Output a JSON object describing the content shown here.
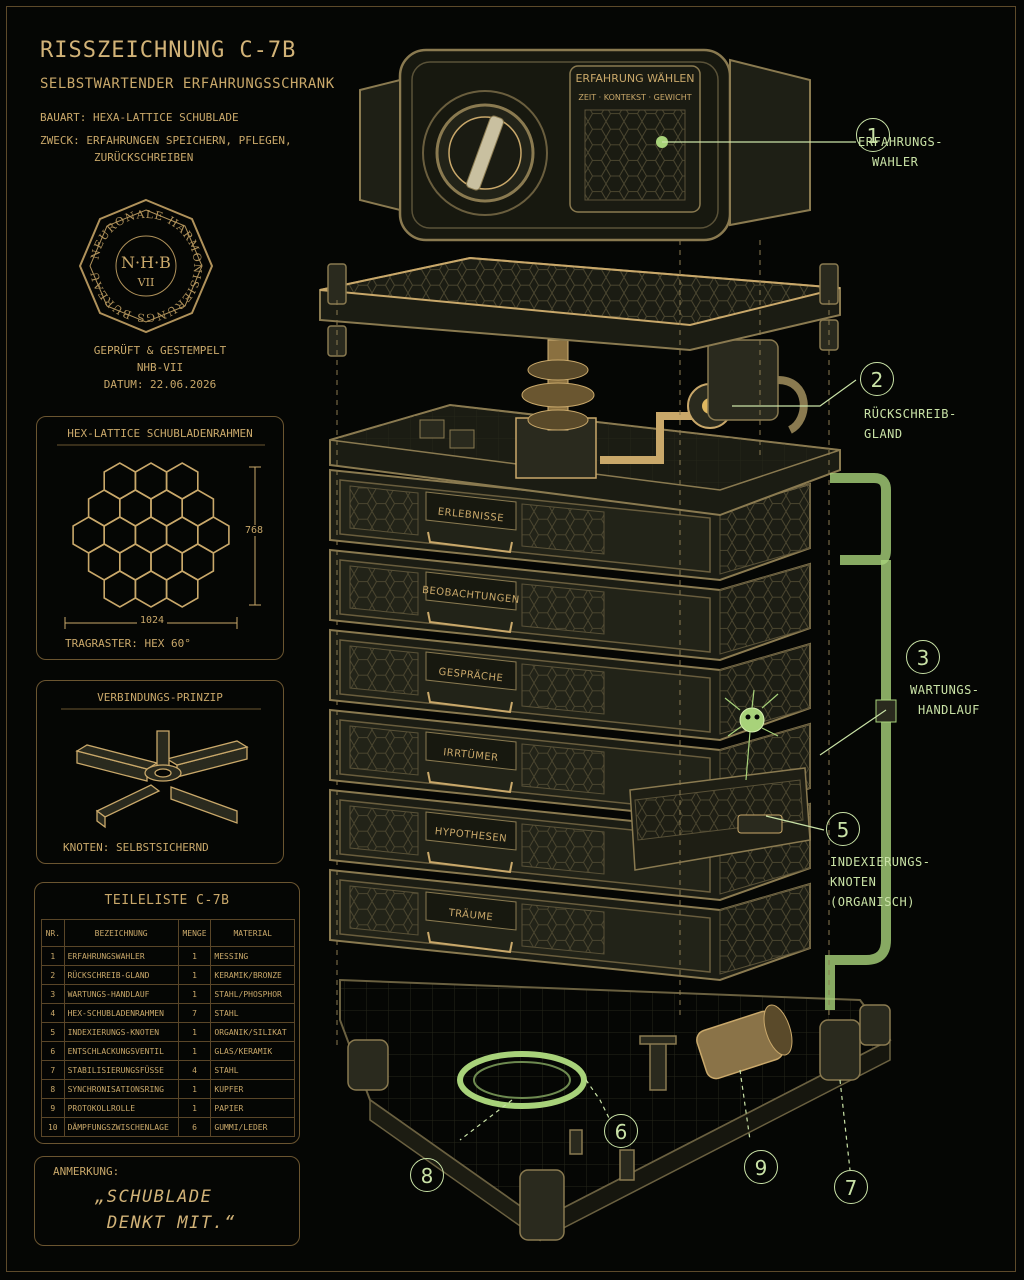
{
  "header": {
    "title": "RISSZEICHNUNG C-7B",
    "subtitle": "SELBSTWARTENDER ERFAHRUNGSSCHRANK",
    "bauart": "BAUART: HEXA-LATTICE SCHUBLADE",
    "zweck_line1": "ZWECK: ERFAHRUNGEN SPEICHERN, PFLEGEN,",
    "zweck_line2": "ZURÜCKSCHREIBEN"
  },
  "stamp": {
    "ring_text": "NEURONALE HARMONISIERUNGS BUREAU",
    "initials": "N·H·B",
    "numeral": "VII",
    "caption_line1": "GEPRÜFT & GESTEMPELT",
    "caption_line2": "NHB-VII",
    "caption_line3": "DATUM: 22.06.2026"
  },
  "hex_panel": {
    "title": "HEX-LATTICE SCHUBLADENRAHMEN",
    "dim_height": "768",
    "dim_width": "1024",
    "raster": "TRAGRASTER: HEX 60°"
  },
  "connection_panel": {
    "title": "VERBINDUNGS-PRINZIP",
    "caption": "KNOTEN: SELBSTSICHERND"
  },
  "parts_list": {
    "title": "TEILELISTE C-7B",
    "headers": [
      "NR.",
      "BEZEICHNUNG",
      "MENGE",
      "MATERIAL"
    ],
    "rows": [
      [
        "1",
        "ERFAHRUNGSWAHLER",
        "1",
        "MESSING"
      ],
      [
        "2",
        "RÜCKSCHREIB-GLAND",
        "1",
        "KERAMIK/BRONZE"
      ],
      [
        "3",
        "WARTUNGS-HANDLAUF",
        "1",
        "STAHL/PHOSPHOR"
      ],
      [
        "4",
        "HEX-SCHUBLADENRAHMEN",
        "7",
        "STAHL"
      ],
      [
        "5",
        "INDEXIERUNGS-KNOTEN",
        "1",
        "ORGANIK/SILIKAT"
      ],
      [
        "6",
        "ENTSCHLACKUNGSVENTIL",
        "1",
        "GLAS/KERAMIK"
      ],
      [
        "7",
        "STABILISIERUNGSFÜSSE",
        "4",
        "STAHL"
      ],
      [
        "8",
        "SYNCHRONISATIONSRING",
        "1",
        "KUPFER"
      ],
      [
        "9",
        "PROTOKOLLROLLE",
        "1",
        "PAPIER"
      ],
      [
        "10",
        "DÄMPFUNGSZWISCHENLAGE",
        "6",
        "GUMMI/LEDER"
      ]
    ]
  },
  "note": {
    "label": "ANMERKUNG:",
    "line1": "„SCHUBLADE",
    "line2": "DENKT MIT.“"
  },
  "selector": {
    "line1": "ERFAHRUNG WÄHLEN",
    "line2": "ZEIT · KONTEKST · GEWICHT"
  },
  "drawers": [
    "ERLEBNISSE",
    "BEOBACHTUNGEN",
    "GESPRÄCHE",
    "IRRTÜMER",
    "HYPOTHESEN",
    "TRÄUME"
  ],
  "callouts": [
    {
      "num": "1",
      "line1": "ERFAHRUNGS-",
      "line2": "WAHLER"
    },
    {
      "num": "2",
      "line1": "RÜCKSCHREIB-",
      "line2": "GLAND"
    },
    {
      "num": "3",
      "line1": "WARTUNGS-",
      "line2": "HANDLAUF"
    },
    {
      "num": "5",
      "line1": "INDEXIERUNGS-",
      "line2": "KNOTEN",
      "line3": "(ORGANISCH)"
    },
    {
      "num": "6"
    },
    {
      "num": "7"
    },
    {
      "num": "8"
    },
    {
      "num": "9"
    }
  ],
  "colors": {
    "background": "#050604",
    "gold": "#c9a86a",
    "green": "#c9e2a6",
    "metal": "#2a2a1e"
  }
}
